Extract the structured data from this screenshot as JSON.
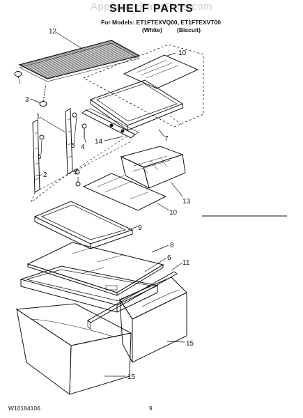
{
  "watermark": "AppliancePartsPros.com",
  "header": {
    "title": "SHELF PARTS",
    "models_line": "For Models: ET1FTEXVQ00, ET1FTEXVT00",
    "variants": [
      "(White)",
      "(Biscuit)"
    ]
  },
  "callouts": [
    "12",
    "10",
    "3",
    "1",
    "5",
    "14",
    "4",
    "7",
    "5",
    "2",
    "5",
    "13",
    "10",
    "9",
    "8",
    "6",
    "11",
    "15",
    "15"
  ],
  "footer": {
    "doc_number": "W10184106",
    "page_number": "9"
  }
}
